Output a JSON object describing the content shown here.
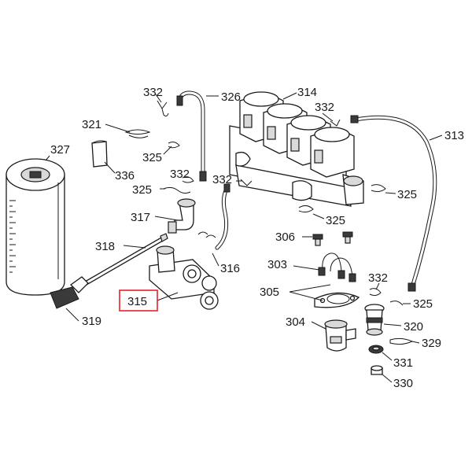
{
  "labels": {
    "p327": "327",
    "p321": "321",
    "p336": "336",
    "p325a": "325",
    "p332a": "332",
    "p326": "326",
    "p314": "314",
    "p332b": "332",
    "p313": "313",
    "p332c": "332",
    "p325b": "325",
    "p332d": "332",
    "p325c": "325",
    "p325d": "325",
    "p317": "317",
    "p318": "318",
    "p316": "316",
    "p306": "306",
    "p303": "303",
    "p305": "305",
    "p332e": "332",
    "p325e": "325",
    "p304": "304",
    "p320": "320",
    "p329": "329",
    "p331": "331",
    "p330": "330",
    "p315": "315",
    "p319": "319"
  },
  "highlight": {
    "part": "315",
    "color": "#e8202a"
  }
}
